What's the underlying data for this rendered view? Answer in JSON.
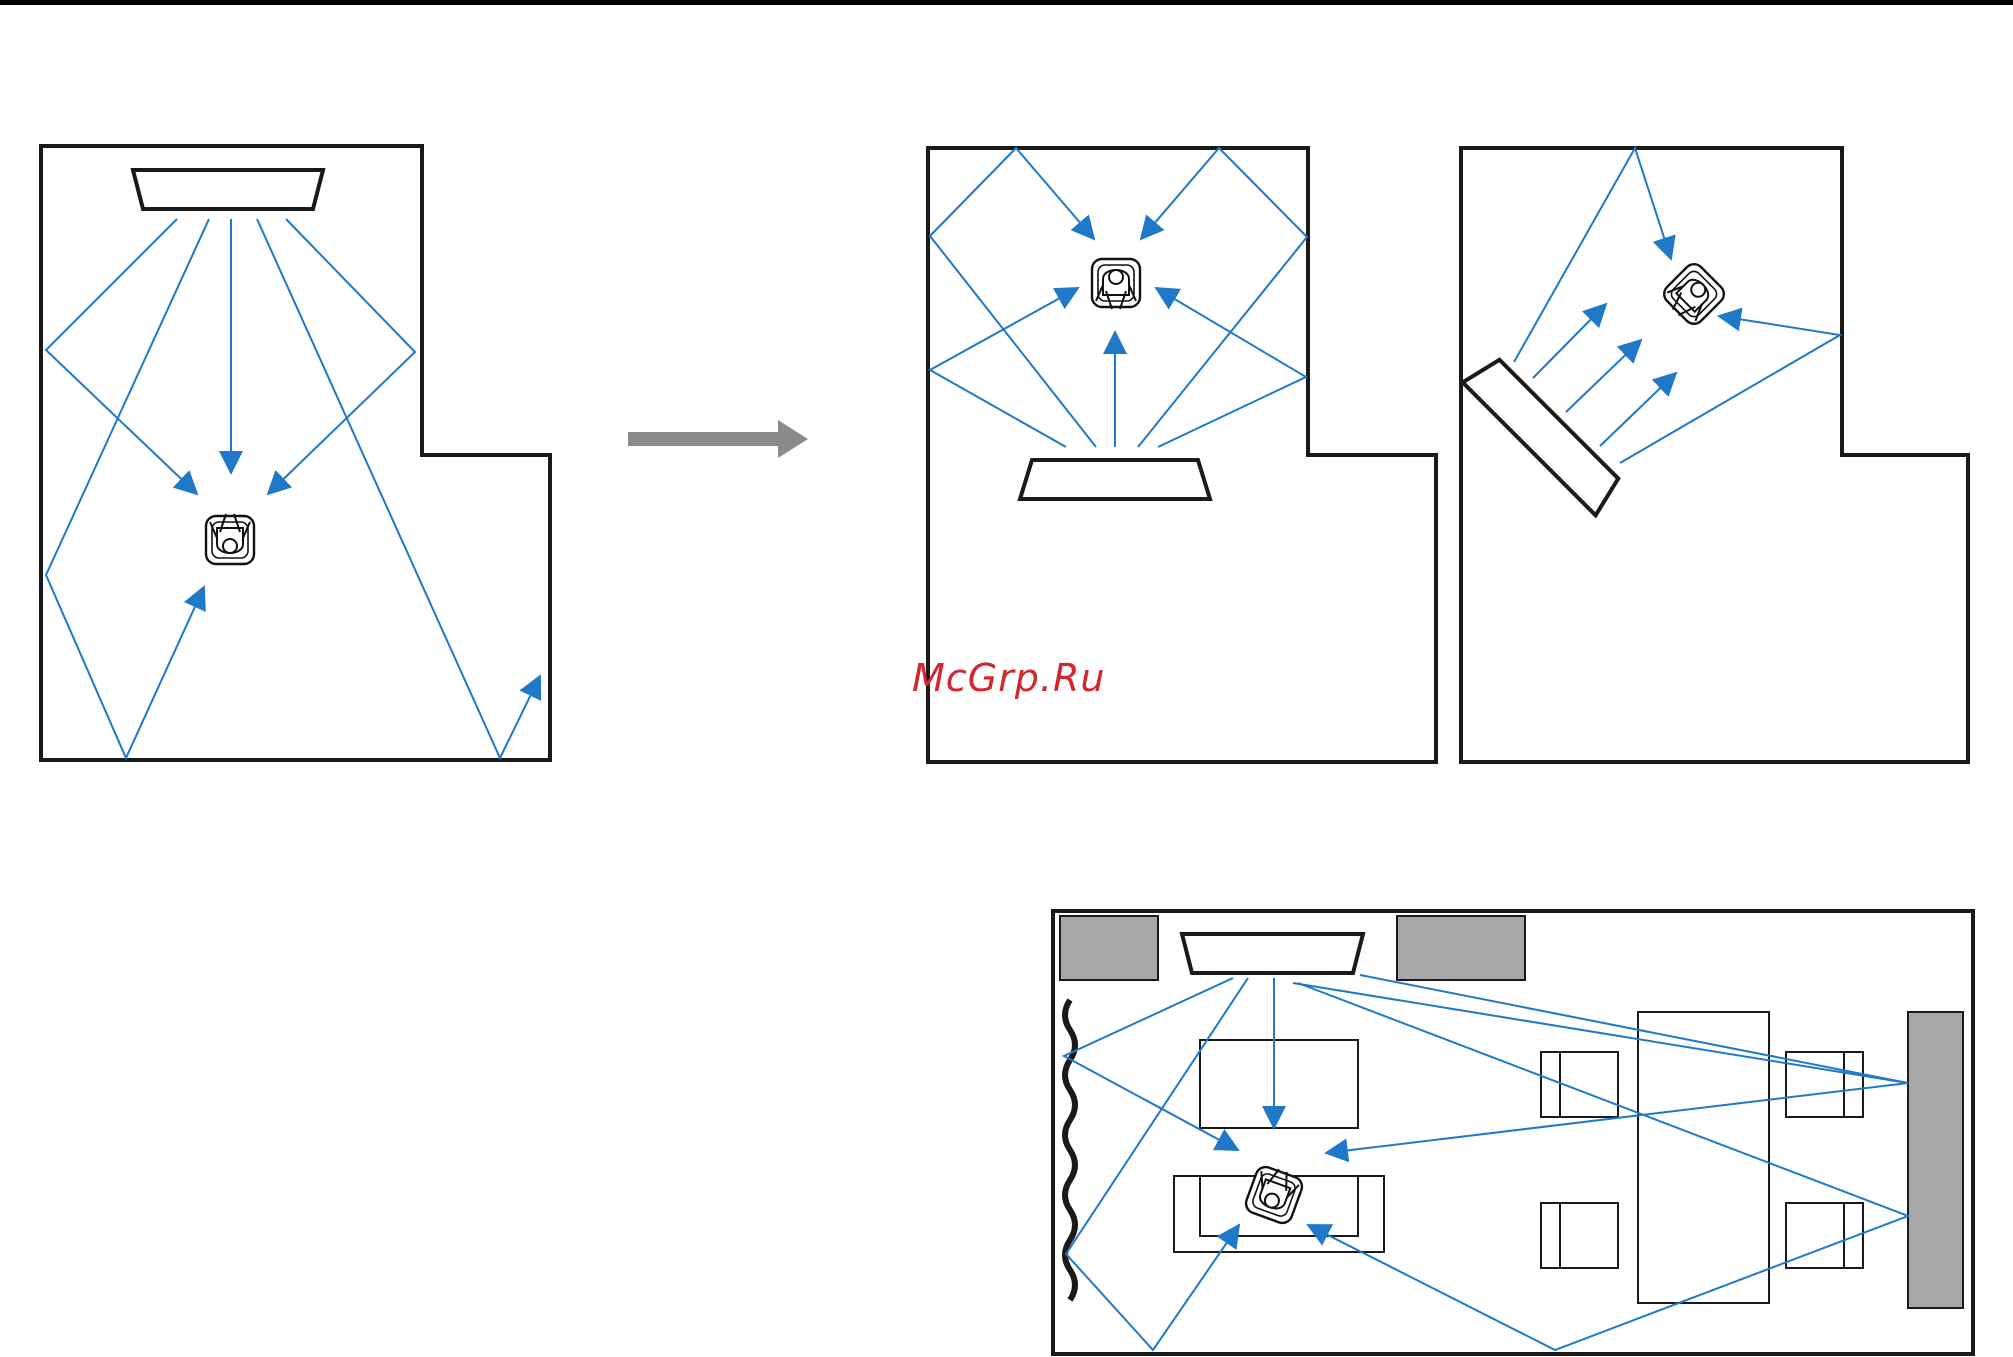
{
  "colors": {
    "wall": "#1a1a1a",
    "ray": "#1f78c8",
    "arrow_gray": "#8a8a8a",
    "furniture_gray": "#a7a7aa",
    "watermark": "#d22630"
  },
  "watermark": {
    "text": "McGrp.Ru"
  },
  "panels": [
    {
      "id": "room-before",
      "speaker": "soundbar",
      "listener": "listener-icon",
      "rays": 6
    },
    {
      "id": "room-after-centered",
      "speaker": "soundbar",
      "listener": "listener-icon",
      "rays": 5
    },
    {
      "id": "room-after-angled",
      "speaker": "soundbar",
      "listener": "listener-icon",
      "rays": 5
    },
    {
      "id": "living-room",
      "speaker": "soundbar",
      "listener": "listener-icon",
      "rays": 8
    }
  ]
}
